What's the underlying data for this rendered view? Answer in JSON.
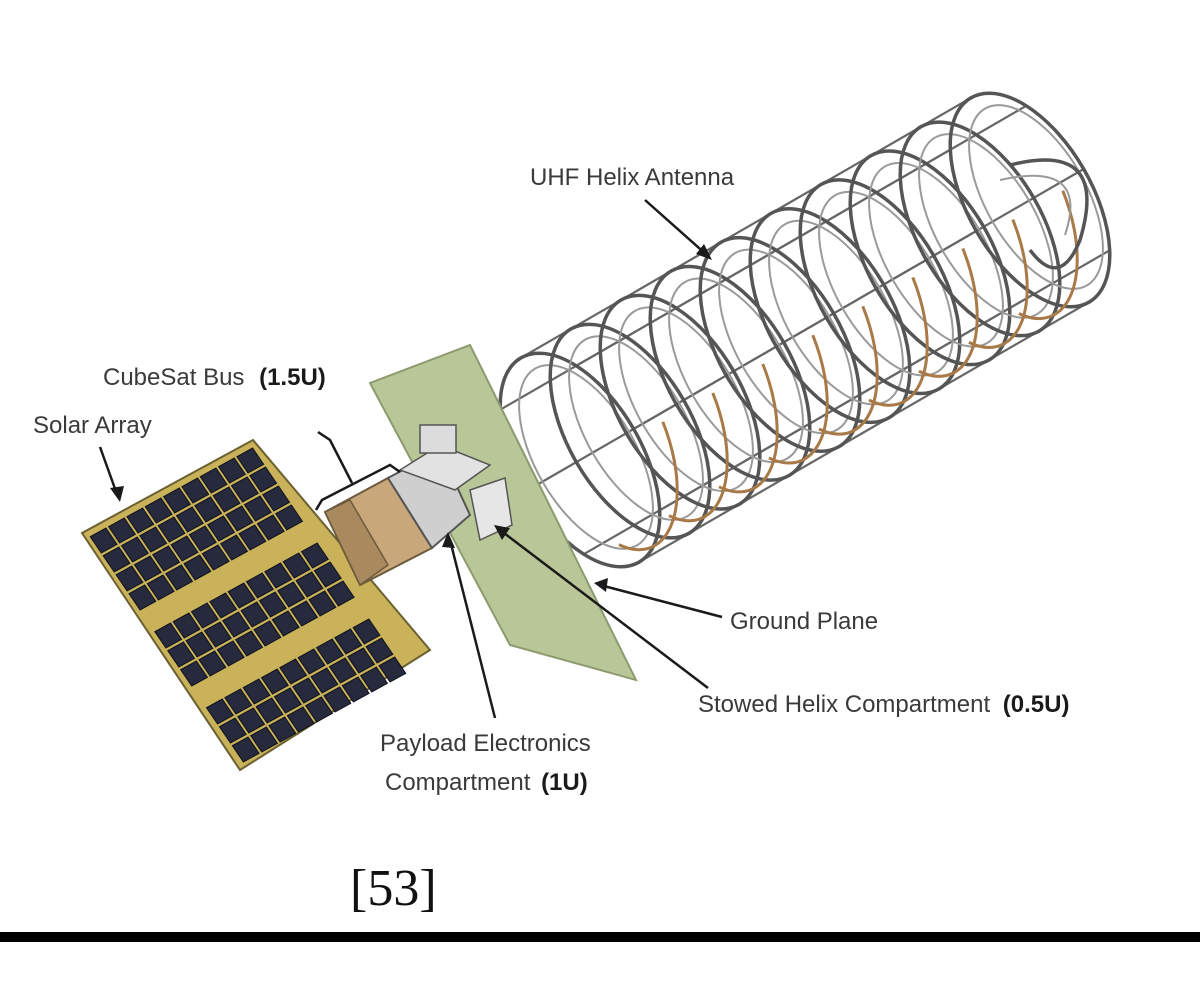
{
  "labels": {
    "uhf_antenna": "UHF Helix Antenna",
    "cubesat_bus": "CubeSat Bus",
    "cubesat_bus_size": "(1.5U)",
    "solar_array": "Solar Array",
    "ground_plane": "Ground Plane",
    "stowed_helix": "Stowed Helix Compartment",
    "stowed_helix_size": "(0.5U)",
    "payload_line1": "Payload Electronics",
    "payload_line2": "Compartment",
    "payload_size": "(1U)"
  },
  "reference": "[53]",
  "colors": {
    "ground_plane": "#b9c698",
    "solar_cell": "#262a3c",
    "solar_gap": "#c9b25a",
    "helix_wire": "#a87a48",
    "bus_tan": "#c8a77a"
  }
}
